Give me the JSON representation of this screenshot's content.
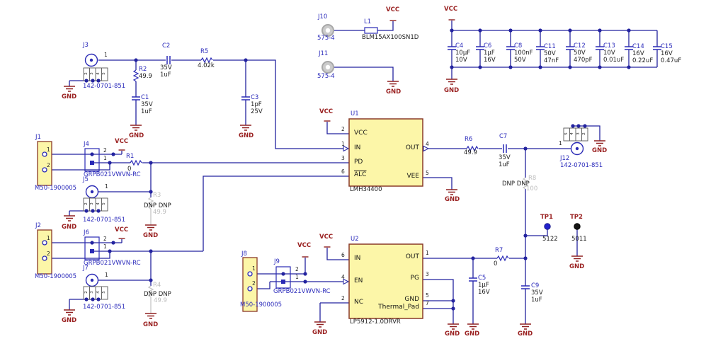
{
  "schematic": {
    "nets": {
      "vcc": "VCC",
      "gnd": "GND"
    },
    "dnp_note": "DNP DNP",
    "ics": {
      "U1": {
        "ref": "U1",
        "part": "LMH34400",
        "pins": {
          "vcc": {
            "num": "2",
            "name": "VCC"
          },
          "in": {
            "num": "1",
            "name": "IN"
          },
          "pd": {
            "num": "3",
            "name": "PD"
          },
          "alc": {
            "num": "6",
            "name": "ALC"
          },
          "out": {
            "num": "4",
            "name": "OUT"
          },
          "vee": {
            "num": "5",
            "name": "VEE"
          }
        }
      },
      "U2": {
        "ref": "U2",
        "part": "LP5912-1.0DRVR",
        "pins": {
          "in": {
            "num": "6",
            "name": "IN"
          },
          "en": {
            "num": "4",
            "name": "EN"
          },
          "nc": {
            "num": "2",
            "name": "NC"
          },
          "out": {
            "num": "1",
            "name": "OUT"
          },
          "pg": {
            "num": "3",
            "name": "PG"
          },
          "gnd": {
            "num": "5",
            "name": "GND"
          },
          "pad": {
            "num": "7",
            "name": "Thermal_Pad"
          }
        }
      }
    },
    "connectors": {
      "J1": {
        "ref": "J1",
        "part": "M50-1900005",
        "pin1": "1",
        "pin2": "2"
      },
      "J2": {
        "ref": "J2",
        "part": "M50-1900005",
        "pin1": "1",
        "pin2": "2"
      },
      "J8": {
        "ref": "J8",
        "part": "M50-1900005",
        "pin1": "1",
        "pin2": "2"
      },
      "J4": {
        "ref": "J4",
        "part": "GRPB021VWVN-RC",
        "pin1": "1",
        "pin2": "2"
      },
      "J6": {
        "ref": "J6",
        "part": "GRPB021VWVN-RC",
        "pin1": "1",
        "pin2": "2"
      },
      "J9": {
        "ref": "J9",
        "part": "GRPB021VWVN-RC",
        "pin1": "1",
        "pin2": "2"
      },
      "J3": {
        "ref": "J3",
        "part": "142-0701-851",
        "pin1": "1",
        "body": [
          "2",
          "3",
          "4",
          "5"
        ]
      },
      "J5": {
        "ref": "J5",
        "part": "142-0701-851",
        "pin1": "1",
        "body": [
          "2",
          "3",
          "4",
          "5"
        ]
      },
      "J7": {
        "ref": "J7",
        "part": "142-0701-851",
        "pin1": "1",
        "body": [
          "2",
          "3",
          "4",
          "5"
        ]
      },
      "J12": {
        "ref": "J12",
        "part": "142-0701-851",
        "pin1": "1",
        "body": [
          "5",
          "4",
          "3",
          "2"
        ]
      },
      "J10": {
        "ref": "J10",
        "part": "575-4"
      },
      "J11": {
        "ref": "J11",
        "part": "575-4"
      }
    },
    "passives": {
      "R1": {
        "ref": "R1",
        "value": "0"
      },
      "R2": {
        "ref": "R2",
        "value": "49.9"
      },
      "R5": {
        "ref": "R5",
        "value": "4.02k"
      },
      "R6": {
        "ref": "R6",
        "value": "49.9"
      },
      "R7": {
        "ref": "R7",
        "value": "0"
      },
      "L1": {
        "ref": "L1",
        "value": "BLM15AX100SN1D"
      },
      "C1": {
        "ref": "C1",
        "line1": "35V",
        "line2": "1uF"
      },
      "C2": {
        "ref": "C2",
        "line1": "35V",
        "line2": "1uF"
      },
      "C3": {
        "ref": "C3",
        "line1": "1pF",
        "line2": "25V"
      },
      "C5": {
        "ref": "C5",
        "line1": "1µF",
        "line2": "16V"
      },
      "C7": {
        "ref": "C7",
        "line1": "35V",
        "line2": "1uF"
      },
      "C9": {
        "ref": "C9",
        "line1": "35V",
        "line2": "1uF"
      },
      "C4": {
        "ref": "C4",
        "line1": "10µF",
        "line2": "10V"
      },
      "C6": {
        "ref": "C6",
        "line1": "1µF",
        "line2": "16V"
      },
      "C8": {
        "ref": "C8",
        "line1": "100nF",
        "line2": "50V"
      },
      "C11": {
        "ref": "C11",
        "line1": "50V",
        "line2": "47nF"
      },
      "C12": {
        "ref": "C12",
        "line1": "50V",
        "line2": "470pF"
      },
      "C13": {
        "ref": "C13",
        "line1": "10V",
        "line2": "0.01uF"
      },
      "C14": {
        "ref": "C14",
        "line1": "16V",
        "line2": "0.22uF"
      },
      "C15": {
        "ref": "C15",
        "line1": "16V",
        "line2": "0.47uF"
      }
    },
    "dnp_parts": {
      "R3": {
        "ref": "R3",
        "value": "49.9"
      },
      "R4": {
        "ref": "R4",
        "value": "49.9"
      },
      "R8": {
        "ref": "R8",
        "value": "100"
      }
    },
    "testpoints": {
      "TP1": {
        "ref": "TP1",
        "value": "5122"
      },
      "TP2": {
        "ref": "TP2",
        "value": "5011"
      }
    },
    "colors": {
      "wire": "#23239f",
      "refdes": "#2b2bbb",
      "net_label": "#9a2121",
      "block_fill": "#fcf6a8",
      "block_stroke": "#8a3a28"
    }
  }
}
